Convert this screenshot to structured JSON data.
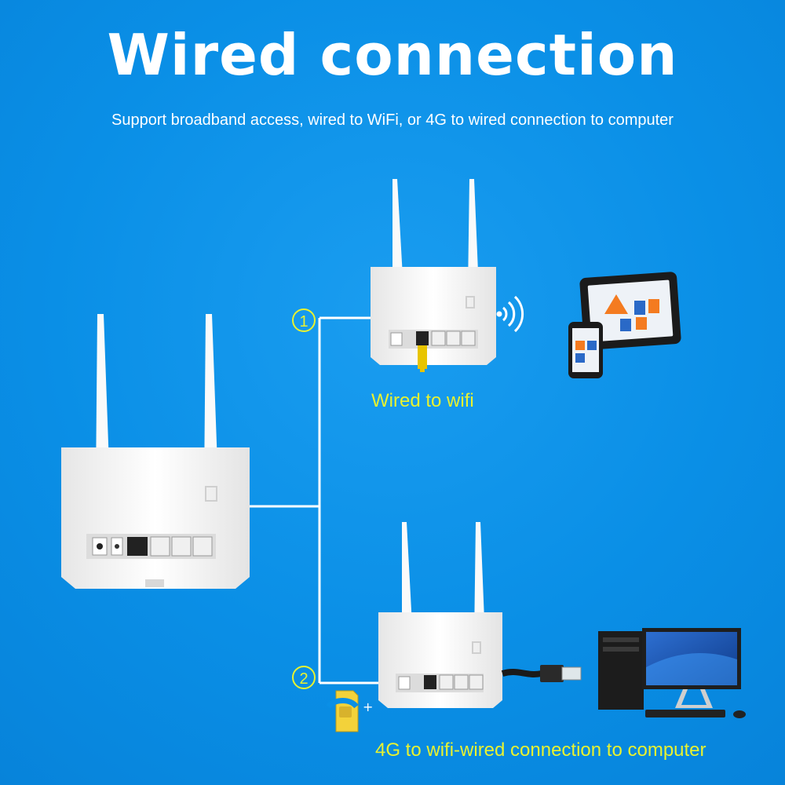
{
  "header": {
    "title": "Wired connection",
    "subtitle": "Support broadband access, wired to WiFi, or 4G to wired connection to computer"
  },
  "steps": {
    "one": {
      "number": "1",
      "label": "Wired to wifi"
    },
    "two": {
      "number": "2",
      "label": "4G to wifi-wired connection to computer"
    }
  },
  "colors": {
    "background": "#0a8fe6",
    "accent_yellow": "#e8f230",
    "router_white": "#f4f4f4"
  },
  "icons": [
    "router-icon",
    "wifi-signal-icon",
    "tablet-icon",
    "phone-icon",
    "ethernet-cable-icon",
    "sim-card-icon",
    "desktop-computer-icon"
  ]
}
